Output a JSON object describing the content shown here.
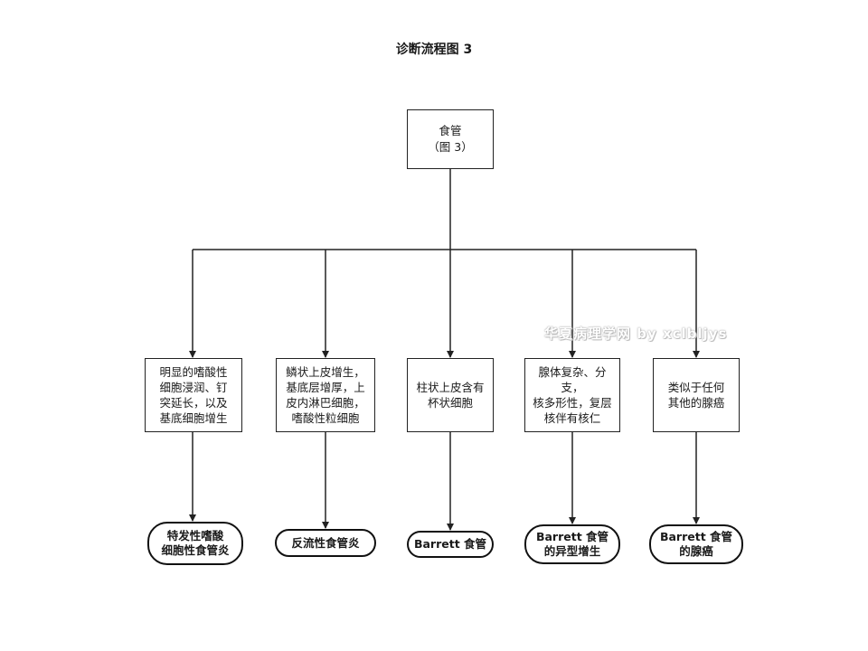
{
  "title": "诊断流程图 3",
  "root": {
    "lines": [
      "食管",
      "（图 3）"
    ]
  },
  "features": [
    {
      "lines": [
        "明显的嗜酸性",
        "细胞浸润、钉",
        "突延长，以及",
        "基底细胞增生"
      ]
    },
    {
      "lines": [
        "鳞状上皮增生，",
        "基底层增厚，上",
        "皮内淋巴细胞，",
        "嗜酸性粒细胞"
      ]
    },
    {
      "lines": [
        "柱状上皮含有",
        "杯状细胞"
      ]
    },
    {
      "lines": [
        "腺体复杂、分支，",
        "核多形性，复层",
        "核伴有核仁"
      ]
    },
    {
      "lines": [
        "类似于任何",
        "其他的腺癌"
      ]
    }
  ],
  "outcomes": [
    {
      "lines": [
        "特发性嗜酸",
        "细胞性食管炎"
      ]
    },
    {
      "lines": [
        "反流性食管炎"
      ]
    },
    {
      "lines": [
        "Barrett 食管"
      ]
    },
    {
      "lines": [
        "Barrett 食管",
        "的异型增生"
      ]
    },
    {
      "lines": [
        "Barrett 食管",
        "的腺癌"
      ]
    }
  ],
  "watermark": "华夏病理学网 by xclbljys"
}
